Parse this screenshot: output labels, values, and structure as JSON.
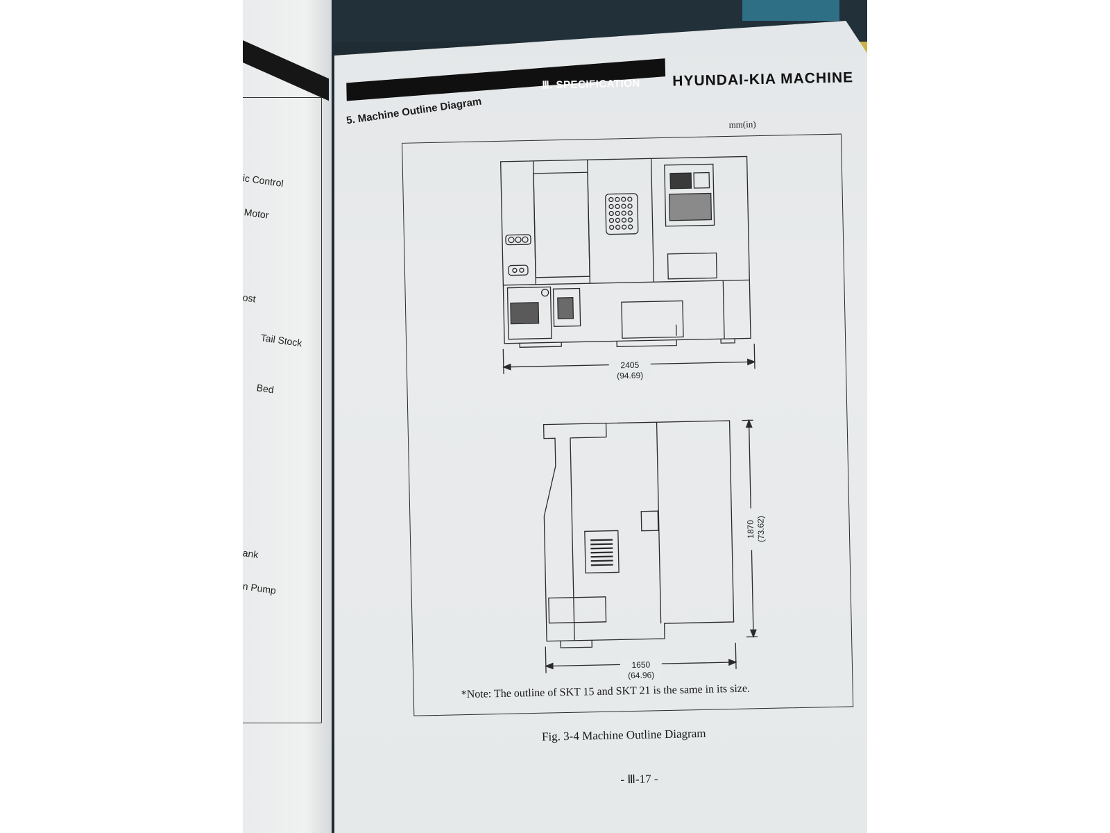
{
  "left_page": {
    "labels": [
      "ic Control",
      "Motor",
      "ost",
      "Tail Stock",
      "Bed",
      "ank",
      "n Pump"
    ]
  },
  "header": {
    "section": "Ⅲ. SPECIFICATION",
    "brand": "HYUNDAI-KIA MACHINE"
  },
  "content": {
    "title": "5. Machine Outline Diagram",
    "units": "mm(in)",
    "front_view": {
      "width_mm": "2405",
      "width_in": "(94.69)"
    },
    "side_view": {
      "depth_mm": "1650",
      "depth_in": "(64.96)",
      "height_mm": "1870",
      "height_in": "(73.62)"
    },
    "note": "*Note: The outline of SKT 15 and SKT 21 is the same in its size.",
    "caption": "Fig. 3-4 Machine Outline Diagram",
    "page_number": "- Ⅲ-17 -"
  },
  "colors": {
    "page": "#e8ebec",
    "ink": "#1a1a1a",
    "header_bar": "#101010",
    "background": "#1f2c33"
  }
}
